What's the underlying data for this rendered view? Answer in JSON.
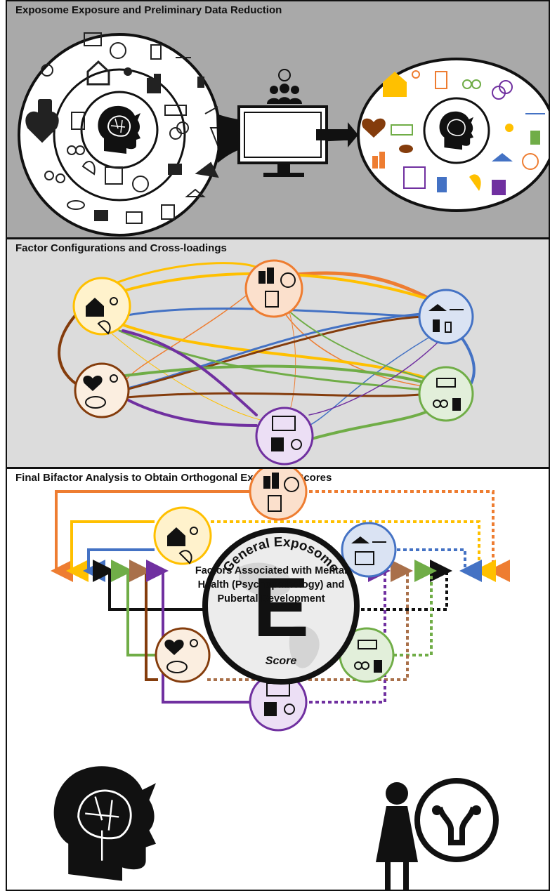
{
  "panels": {
    "top": {
      "title": "Exposome Exposure and Preliminary Data Reduction"
    },
    "middle": {
      "title": "Factor Configurations and Cross-loadings"
    },
    "bottom": {
      "title": "Final Bifactor Analysis to Obtain Orthogonal Exposome Scores",
      "general_line1": "General Exposome",
      "general_letter": "E",
      "general_line2": "Score",
      "outcome_text": "Factors Associated with Mental Health (Psychopathology) and Pubertal Development"
    }
  },
  "factor_colors": {
    "neighborhood": "#ee7d31",
    "household": "#ffc000",
    "school_law": "#4472c4",
    "general": "#111111",
    "economic": "#70ad47",
    "prenatal": "#843c0c",
    "peer_gender": "#7030a0"
  },
  "icons": [
    "house-heart-icon",
    "buildings-icon",
    "trash-icon",
    "tree-icon",
    "bank-icon",
    "scales-icon",
    "money-icon",
    "handcuffs-icon",
    "beer-icon",
    "heart-pulse-icon",
    "pregnant-icon",
    "bacteria-icon",
    "people-icon",
    "gender-icon",
    "phone-icon",
    "family-icon",
    "clapping-icon",
    "school-icon",
    "brain-head-icon",
    "woman-icon",
    "uterus-icon",
    "monitor-icon"
  ]
}
